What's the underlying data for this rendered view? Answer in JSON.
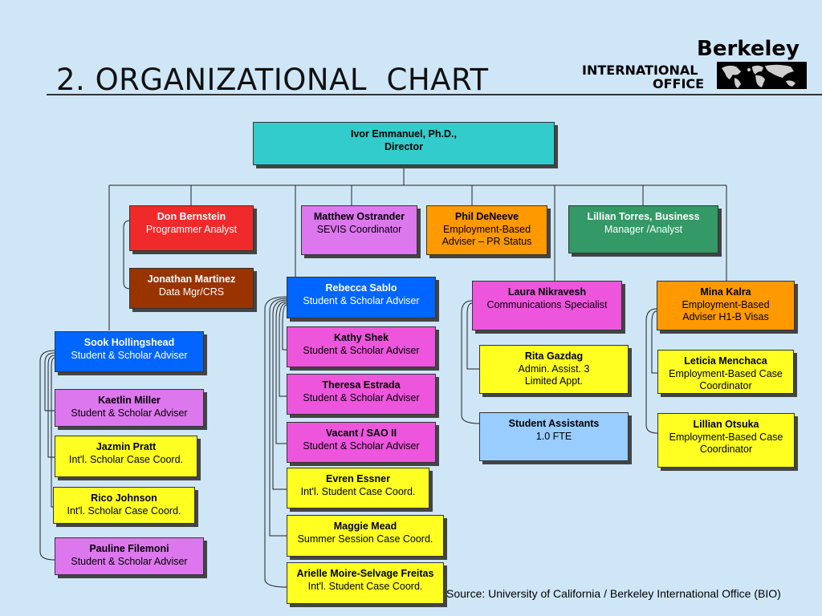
{
  "header": {
    "title": "2. ORGANIZATIONAL  CHART",
    "logo_top": "Berkeley",
    "logo_line1": "INTERNATIONAL",
    "logo_line2": "OFFICE"
  },
  "director": {
    "name": "Ivor Emmanuel, Ph.D.,",
    "role": "Director"
  },
  "staff": {
    "don": {
      "name": "Don Bernstein",
      "role": "Programmer Analyst"
    },
    "jonathan": {
      "name": "Jonathan Martinez",
      "role": "Data Mgr/CRS"
    },
    "matthew": {
      "name": "Matthew Ostrander",
      "role": "SEVIS Coordinator"
    },
    "phil": {
      "name": "Phil DeNeeve",
      "role1": "Employment-Based",
      "role2": "Adviser – PR Status"
    },
    "lillian_t": {
      "name": "Lillian Torres, Business",
      "role": "Manager /Analyst"
    },
    "rebecca": {
      "name": "Rebecca Sablo",
      "role": "Student & Scholar Adviser"
    },
    "kathy": {
      "name": "Kathy Shek",
      "role": "Student & Scholar Adviser"
    },
    "theresa": {
      "name": "Theresa Estrada",
      "role": "Student & Scholar Adviser"
    },
    "vacant": {
      "name": "Vacant / SAO II",
      "role": "Student & Scholar Adviser"
    },
    "evren": {
      "name": "Evren Essner",
      "role": "Int'l. Student Case Coord."
    },
    "maggie": {
      "name": "Maggie Mead",
      "role": "Summer Session Case Coord."
    },
    "arielle": {
      "name": "Arielle Moire-Selvage Freitas",
      "role": "Int'l. Student Case Coord."
    },
    "sook": {
      "name": "Sook Hollingshead",
      "role": "Student & Scholar Adviser"
    },
    "kaetlin": {
      "name": "Kaetlin Miller",
      "role": "Student & Scholar Adviser"
    },
    "jazmin": {
      "name": "Jazmin Pratt",
      "role": "Int'l. Scholar Case Coord."
    },
    "rico": {
      "name": "Rico Johnson",
      "role": "Int'l. Scholar Case Coord."
    },
    "pauline": {
      "name": "Pauline Filemoni",
      "role": "Student & Scholar Adviser"
    },
    "laura": {
      "name": "Laura Nikravesh",
      "role": "Communications Specialist"
    },
    "rita": {
      "name": "Rita Gazdag",
      "role1": "Admin. Assist. 3",
      "role2": "Limited Appt."
    },
    "assistants": {
      "name": "Student Assistants",
      "role": "1.0 FTE"
    },
    "mina": {
      "name": "Mina Kalra",
      "role1": "Employment-Based",
      "role2": "Adviser H1-B Visas"
    },
    "leticia": {
      "name": "Leticia Menchaca",
      "role1": "Employment-Based Case",
      "role2": "Coordinator"
    },
    "lillian_o": {
      "name": "Lillian Otsuka",
      "role1": "Employment-Based Case",
      "role2": "Coordinator"
    }
  },
  "source": "Source:  University of California / Berkeley International Office (BIO)",
  "colors": {
    "background": "#cfe6f7",
    "director": "#33cccc",
    "tech": "#f02a2a",
    "data": "#993300",
    "sevis": "#dd77ee",
    "employment": "#ff9900",
    "business": "#339966",
    "lead_adviser": "#0066ff",
    "adviser": "#ee55dd",
    "case_coord": "#ffff22",
    "assistants": "#99ccff"
  }
}
